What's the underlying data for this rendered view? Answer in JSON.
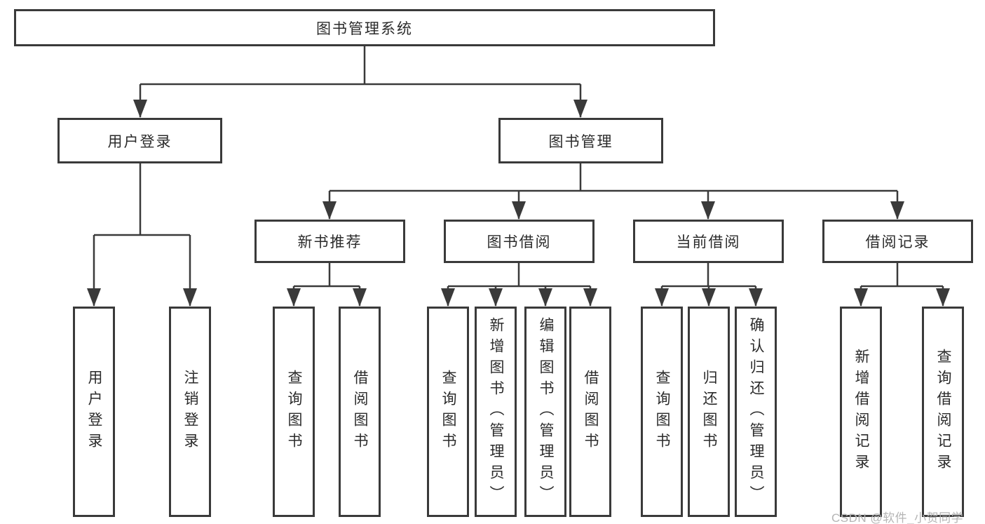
{
  "tree": {
    "root": "图书管理系统",
    "login": {
      "label": "用户登录",
      "children": [
        "用户登录",
        "注销登录"
      ]
    },
    "manage": {
      "label": "图书管理",
      "sections": [
        {
          "label": "新书推荐",
          "children": [
            "查询图书",
            "借阅图书"
          ]
        },
        {
          "label": "图书借阅",
          "children": [
            "查询图书",
            "新增图书（管理员）",
            "编辑图书（管理员）",
            "借阅图书"
          ]
        },
        {
          "label": "当前借阅",
          "children": [
            "查询图书",
            "归还图书",
            "确认归还（管理员）"
          ]
        },
        {
          "label": "借阅记录",
          "children": [
            "新增借阅记录",
            "查询借阅记录"
          ]
        }
      ]
    }
  },
  "watermark": "CSDN @软件_小贺同学",
  "colors": {
    "line": "#3a3a3a",
    "box_border": "#3a3a3a",
    "text": "#2b2b2b",
    "watermark": "#b5b5b5",
    "background": "#ffffff"
  }
}
